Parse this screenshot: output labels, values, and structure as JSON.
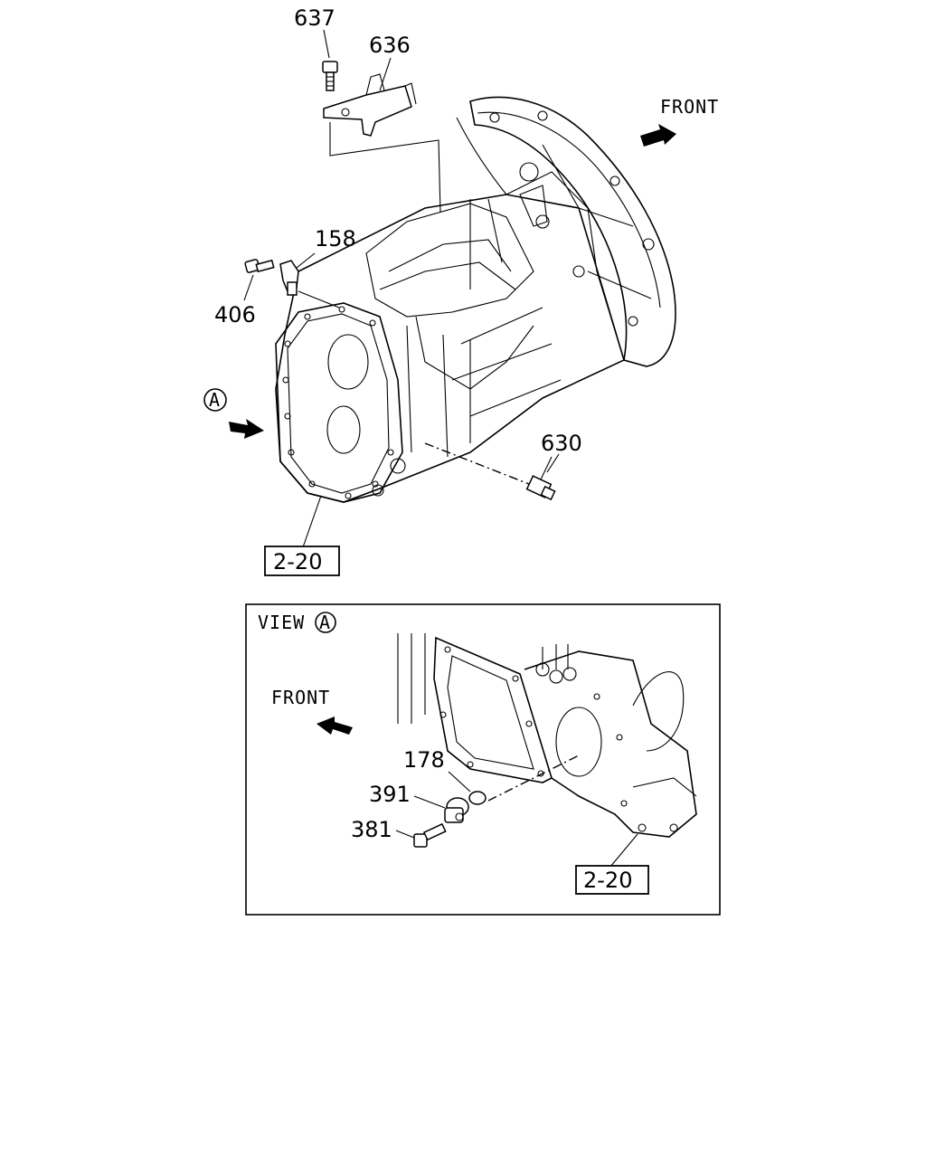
{
  "callouts": {
    "c637": "637",
    "c636": "636",
    "c158": "158",
    "c406": "406",
    "c630": "630",
    "c178": "178",
    "c391": "391",
    "c381": "381"
  },
  "ref_labels": {
    "main": "2-20",
    "inset": "2-20"
  },
  "front_labels": {
    "main": "FRONT",
    "inset": "FRONT"
  },
  "view_marker": {
    "letter": "A"
  },
  "inset": {
    "view_label": "VIEW",
    "view_letter": "A"
  }
}
